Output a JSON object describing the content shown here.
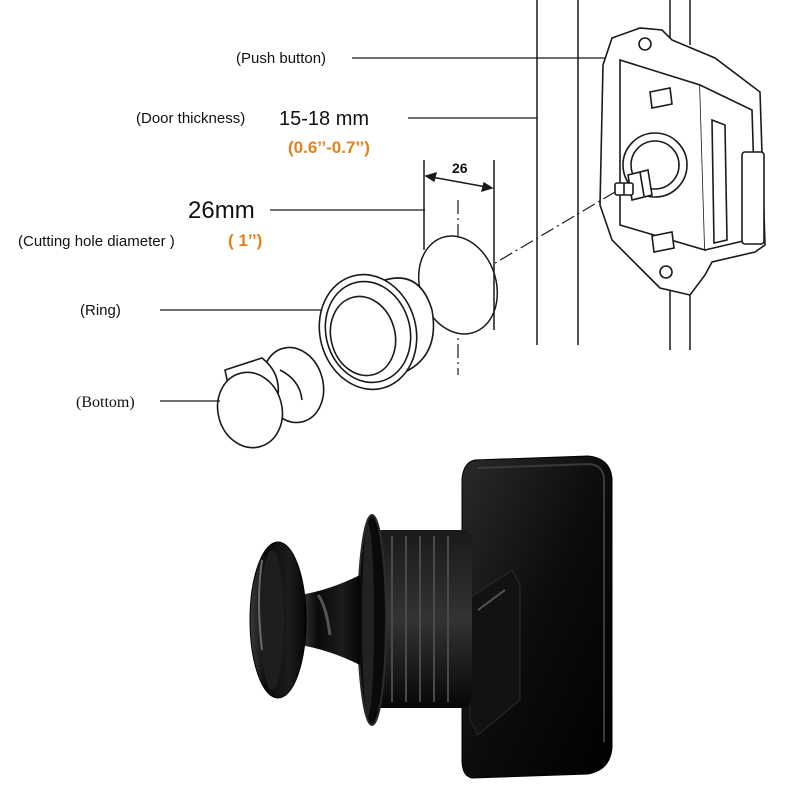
{
  "labels": {
    "push_button": "(Push button)",
    "door_thickness_label": "(Door thickness)",
    "door_thickness_value": "15-18 mm",
    "door_thickness_inches": "(0.6’’-0.7’’)",
    "hole_size": "26mm",
    "cutting_hole_label": "(Cutting hole diameter )",
    "cutting_hole_inches": "( 1’’)",
    "dimension_26": "26",
    "ring": "(Ring)",
    "bottom": "(Bottom)"
  },
  "colors": {
    "accent_orange": "#e8801a",
    "line": "#1a1a1a",
    "product_black": "#0c0c0c"
  }
}
